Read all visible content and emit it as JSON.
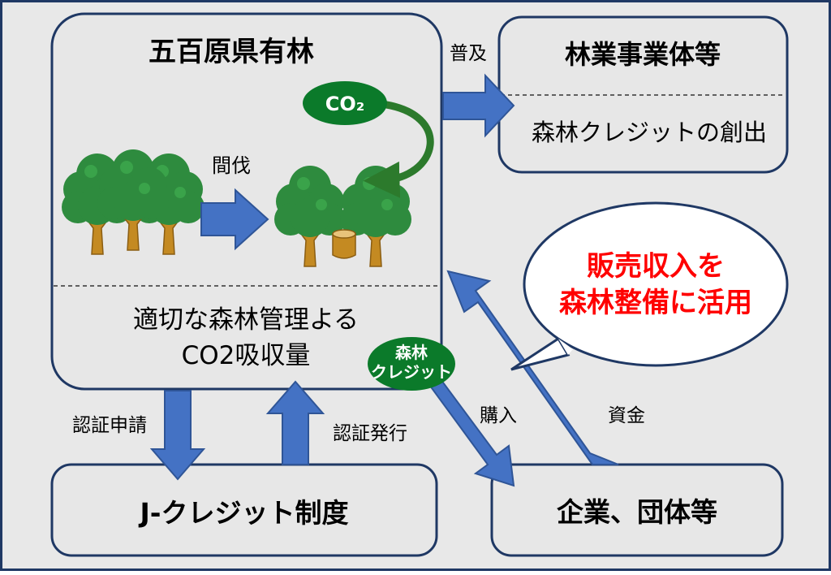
{
  "forest_box": {
    "title": "五百原県有林",
    "thinning_label": "間伐",
    "co2_badge": "CO₂",
    "absorption_line1": "適切な森林管理よる",
    "absorption_line2": "CO2吸収量"
  },
  "forestry_box": {
    "title": "林業事業体等",
    "subtitle": "森林クレジットの創出"
  },
  "jcredit_box": {
    "title": "J-クレジット制度"
  },
  "company_box": {
    "title": "企業、団体等"
  },
  "callout": {
    "line1": "販売収入を",
    "line2": "森林整備に活用"
  },
  "credit_badge": {
    "line1": "森林",
    "line2": "クレジット"
  },
  "flows": {
    "spread": "普及",
    "apply": "認証申請",
    "issue": "認証発行",
    "purchase": "購入",
    "funds": "資金"
  },
  "colors": {
    "frame": "#1f3864",
    "box_fill": "#e7e7e7",
    "arrow_fill": "#4472c4",
    "arrow_stroke": "#2f5597",
    "badge_green": "#0b7a2a",
    "callout_text": "#ff0000",
    "tree_green": "#2e8b3e",
    "trunk": "#c48a22"
  }
}
